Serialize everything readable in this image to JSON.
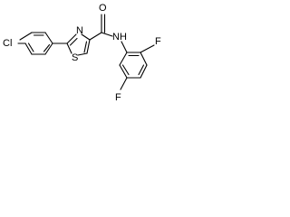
{
  "molecule": {
    "atom_labels": {
      "chlorine": "Cl",
      "sulfur": "S",
      "thiazole_nitrogen": "N",
      "oxygen": "O",
      "amide_nh": "NH",
      "fluorine_ortho": "F",
      "fluorine_para": "F"
    }
  }
}
